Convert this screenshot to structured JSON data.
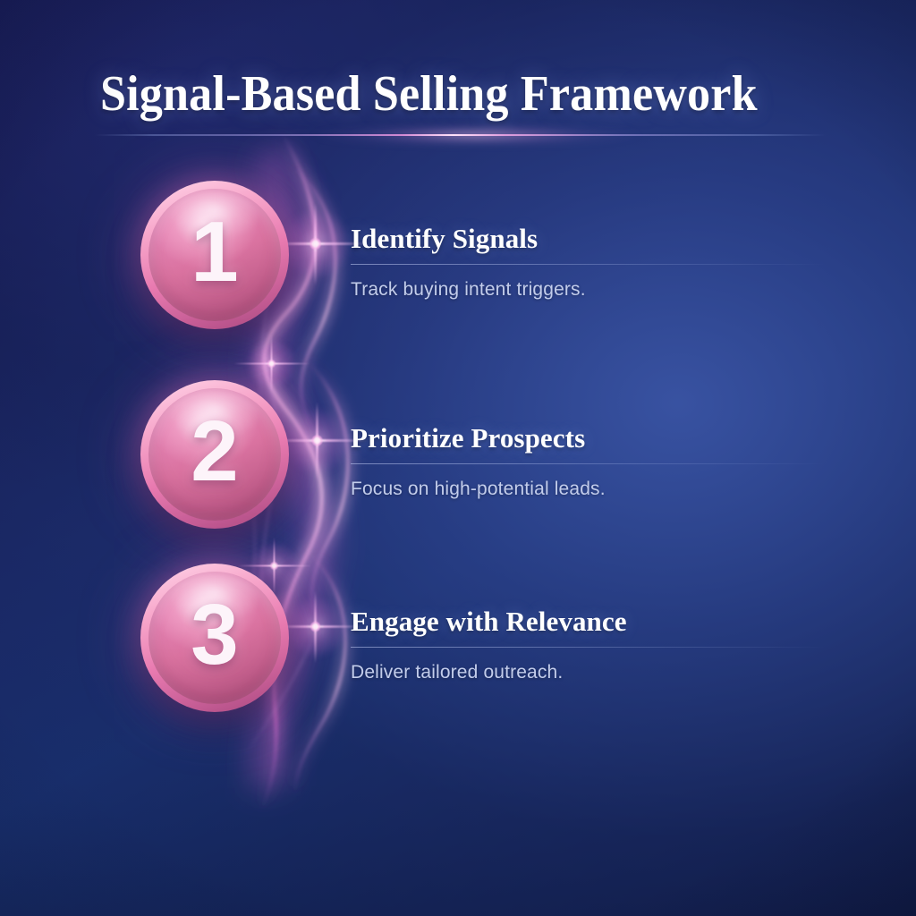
{
  "header": {
    "title": "Signal-Based Selling Framework"
  },
  "steps": [
    {
      "number": "1",
      "heading": "Identify Signals",
      "description": "Track buying intent triggers."
    },
    {
      "number": "2",
      "heading": "Prioritize Prospects",
      "description": "Focus on high-potential leads."
    },
    {
      "number": "3",
      "heading": "Engage with Relevance",
      "description": "Deliver tailored outreach."
    }
  ],
  "colors": {
    "background_top": "#171a56",
    "background_mid": "#273a77",
    "background_bottom": "#0c1539",
    "badge_pink": "#d9729f",
    "badge_rim": "#f8aacd",
    "accent_glow": "#ff9ae6",
    "title_text": "#ffffff",
    "description_text": "#c3cdeb"
  }
}
